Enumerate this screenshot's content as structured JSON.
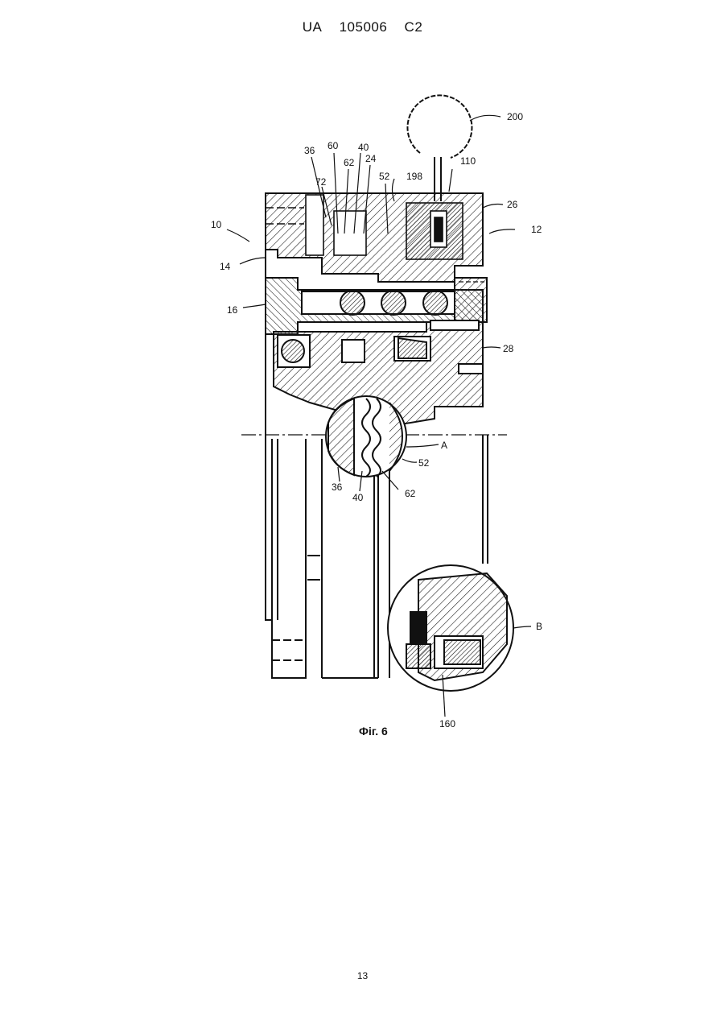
{
  "header": {
    "country": "UA",
    "number": "105006",
    "kind": "C2"
  },
  "figure": {
    "caption": "Фіг. 6",
    "labels": {
      "l200": "200",
      "l110": "110",
      "l26": "26",
      "l12": "12",
      "l198": "198",
      "l52a": "52",
      "l24": "24",
      "l40a": "40",
      "l62a": "62",
      "l60": "60",
      "l36a": "36",
      "l72": "72",
      "l10": "10",
      "l14": "14",
      "l16": "16",
      "l28": "28",
      "lA": "A",
      "l52b": "52",
      "l36b": "36",
      "l40b": "40",
      "l62b": "62",
      "lB": "B",
      "l160": "160"
    }
  },
  "page_number": "13"
}
